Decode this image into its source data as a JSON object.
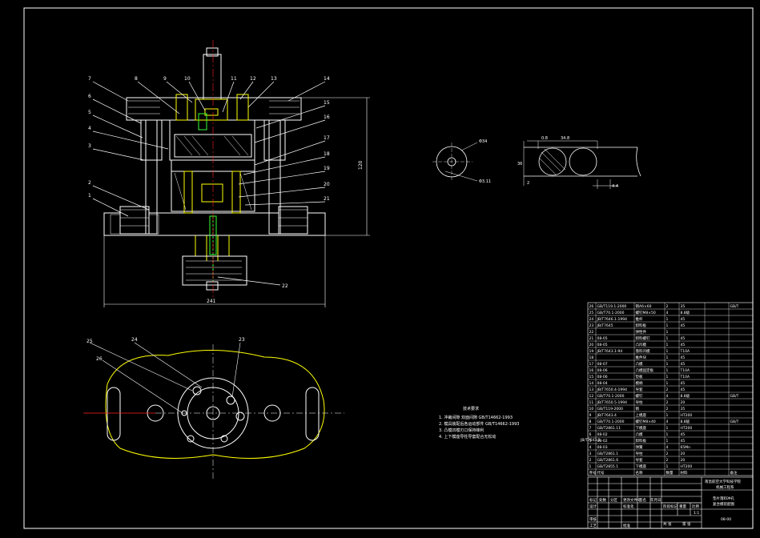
{
  "drawing": {
    "background": "#000000",
    "line_colors": {
      "white": "#ffffff",
      "yellow": "#ffff00",
      "green": "#33ff33",
      "red": "#ff2020",
      "cyan": "#00ffff"
    },
    "callouts_top_left": [
      "7",
      "6",
      "5",
      "4",
      "3",
      "2",
      "1"
    ],
    "callouts_top": [
      "8",
      "9",
      "10",
      "11",
      "12",
      "13",
      "14"
    ],
    "callouts_right": [
      "15",
      "16",
      "17",
      "18",
      "19",
      "20",
      "21"
    ],
    "callout_bottom": "22",
    "callouts_plan": [
      "23",
      "24",
      "25",
      "26"
    ],
    "dim_width": "241",
    "dim_height": "120",
    "detail": {
      "dia_small": "Φ34",
      "dia_hole": "Φ3.11",
      "dim_gap": "0.8",
      "dim_width": "34.8",
      "dim_thick": "36",
      "dim_scale": "4:4",
      "dim_t": "2"
    },
    "notes": {
      "title": "技术要求",
      "items": [
        "1. 冲裁间隙 双面间隙 GB/T14662-1993",
        "2. 模具装配后各运动部件 GB/T14662-1993",
        "3. 凸模凹模刃口保持锋利",
        "4. 上下模座导柱导套配合无松动"
      ]
    },
    "bom_rows": [
      [
        "26",
        "GB/T119.1-2000",
        "销A6×60",
        "2",
        "35",
        "",
        "GB/T"
      ],
      [
        "25",
        "GB/T70.1-2000",
        "螺钉M8×50",
        "4",
        "8.8级",
        "",
        ""
      ],
      [
        "24",
        "JB/T7646.1-1994",
        "推杆",
        "1",
        "45",
        "",
        ""
      ],
      [
        "23",
        "JB/T7645",
        "卸料板",
        "1",
        "45",
        "",
        ""
      ],
      [
        "22",
        "",
        "弹性件",
        "1",
        "",
        "",
        ""
      ],
      [
        "21",
        "08-05",
        "卸料螺钉",
        "1",
        "45",
        "",
        ""
      ],
      [
        "20",
        "08-05",
        "凸凹模",
        "1",
        "45",
        "",
        ""
      ],
      [
        "19",
        "JB/T7643.1-94",
        "落料凹模",
        "1",
        "T10A",
        "",
        ""
      ],
      [
        "18",
        "",
        "推件块",
        "1",
        "45",
        "",
        ""
      ],
      [
        "17",
        "08-07",
        "凸模",
        "1",
        "45",
        "",
        ""
      ],
      [
        "16",
        "08-06",
        "凸模固定板",
        "1",
        "T10A",
        "",
        ""
      ],
      [
        "15",
        "08-06",
        "垫板",
        "1",
        "T10A",
        "",
        ""
      ],
      [
        "14",
        "08-04",
        "模柄",
        "1",
        "45",
        "",
        ""
      ],
      [
        "13",
        "JB/T7650.4-1994",
        "导套",
        "2",
        "45",
        "",
        ""
      ],
      [
        "12",
        "GB/T70.1-2000",
        "螺钉",
        "4",
        "8.8级",
        "",
        "GB/T"
      ],
      [
        "11",
        "JB/T7650.5-1994",
        "导柱",
        "2",
        "20",
        "",
        ""
      ],
      [
        "10",
        "GB/T119-2000",
        "销",
        "2",
        "35",
        "",
        ""
      ],
      [
        "9",
        "JB/T7643.4",
        "上模座",
        "1",
        "HT200",
        "",
        ""
      ],
      [
        "8",
        "GB/T70.1-2000",
        "螺钉M8×40",
        "4",
        "8.8级",
        "",
        "GB/T"
      ],
      [
        "7",
        "GB/T2861.11",
        "下模座",
        "1",
        "HT200",
        "",
        ""
      ],
      [
        "6",
        "08-02",
        "凸模",
        "1",
        "45",
        "",
        ""
      ],
      [
        "5",
        "08-02",
        "卸料板",
        "1",
        "45",
        "",
        ""
      ],
      [
        "4",
        "08-03",
        "弹簧",
        "4",
        "65Mn",
        "",
        ""
      ],
      [
        "3",
        "GB/T2861.1",
        "导柱",
        "2",
        "20",
        "",
        ""
      ],
      [
        "2",
        "GB/T2861.6",
        "导套",
        "2",
        "20",
        "",
        ""
      ],
      [
        "1",
        "GB/T2855.1",
        "下模座",
        "1",
        "HT200",
        "",
        ""
      ]
    ],
    "bom_header": [
      "序号",
      "代号",
      "名称",
      "数量",
      "材料",
      "",
      "备注"
    ],
    "bom_side_label": "JB/T7643.3",
    "title_block": {
      "school": "南昌航空大学科技学院",
      "school2": "机械工程系",
      "part_name": "垫片落料冲孔",
      "part_name2": "复合模装配图",
      "drawing_no": "08-00",
      "scale": "1:1",
      "labels_left": [
        "标记",
        "处数",
        "分区",
        "更改文件号",
        "签名",
        "年月日"
      ],
      "labels_row2": [
        "设计",
        "",
        "标准化",
        ""
      ],
      "labels_row3": [
        "审核",
        ""
      ],
      "labels_row4": [
        "工艺",
        "",
        "批准",
        ""
      ],
      "stage_labels": [
        "阶段标记",
        "重量",
        "比例"
      ],
      "sheet": [
        "共 张",
        "第 张"
      ]
    }
  }
}
